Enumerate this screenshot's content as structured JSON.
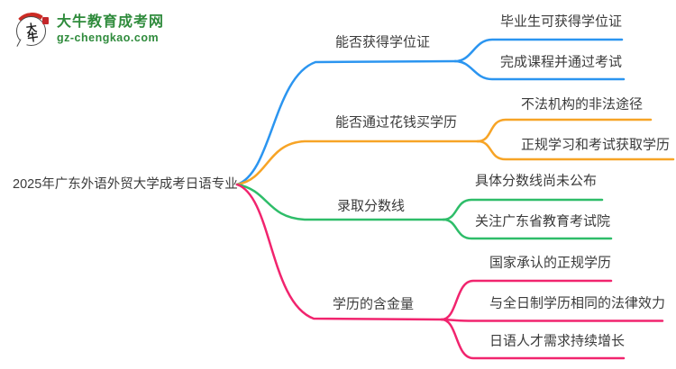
{
  "logo": {
    "icon_text": "大牛",
    "title": "大牛教育成考网",
    "subtitle": "gz-chengkao.com",
    "brand_color": "#2f8b3c",
    "seal_color": "#c3272b"
  },
  "root": {
    "label": "2025年广东外语外贸大学成考日语专业"
  },
  "branches": [
    {
      "label": "能否获得学位证",
      "color": "#2b95f0",
      "children": [
        {
          "text": "毕业生可获得学位证"
        },
        {
          "text": "完成课程并通过考试"
        }
      ]
    },
    {
      "label": "能否通过花钱买学历",
      "color": "#f7a426",
      "children": [
        {
          "text": "不法机构的非法途径"
        },
        {
          "text": "正规学习和考试获取学历"
        }
      ]
    },
    {
      "label": "录取分数线",
      "color": "#2ebd69",
      "children": [
        {
          "text": "具体分数线尚未公布"
        },
        {
          "text": "关注广东省教育考试院"
        }
      ]
    },
    {
      "label": "学历的含金量",
      "color": "#f1246e",
      "children": [
        {
          "text": "国家承认的正规学历"
        },
        {
          "text": "与全日制学历相同的法律效力"
        },
        {
          "text": "日语人才需求持续增长"
        }
      ]
    }
  ]
}
